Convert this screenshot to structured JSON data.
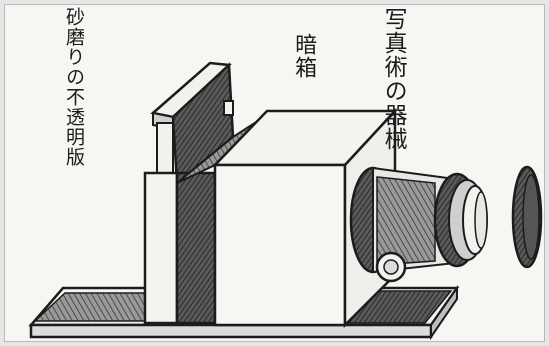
{
  "labels": {
    "glass_plate": {
      "line1": "砂磨りの不",
      "line2": "透明版"
    },
    "dark_box": "暗箱",
    "title": {
      "line1": "写真術の",
      "line2": "器械"
    }
  },
  "colors": {
    "ink": "#1c1c1c",
    "paper": "#f7f6f3",
    "shade": "#3a3a3a",
    "mid_shade": "#6b6b6b"
  }
}
